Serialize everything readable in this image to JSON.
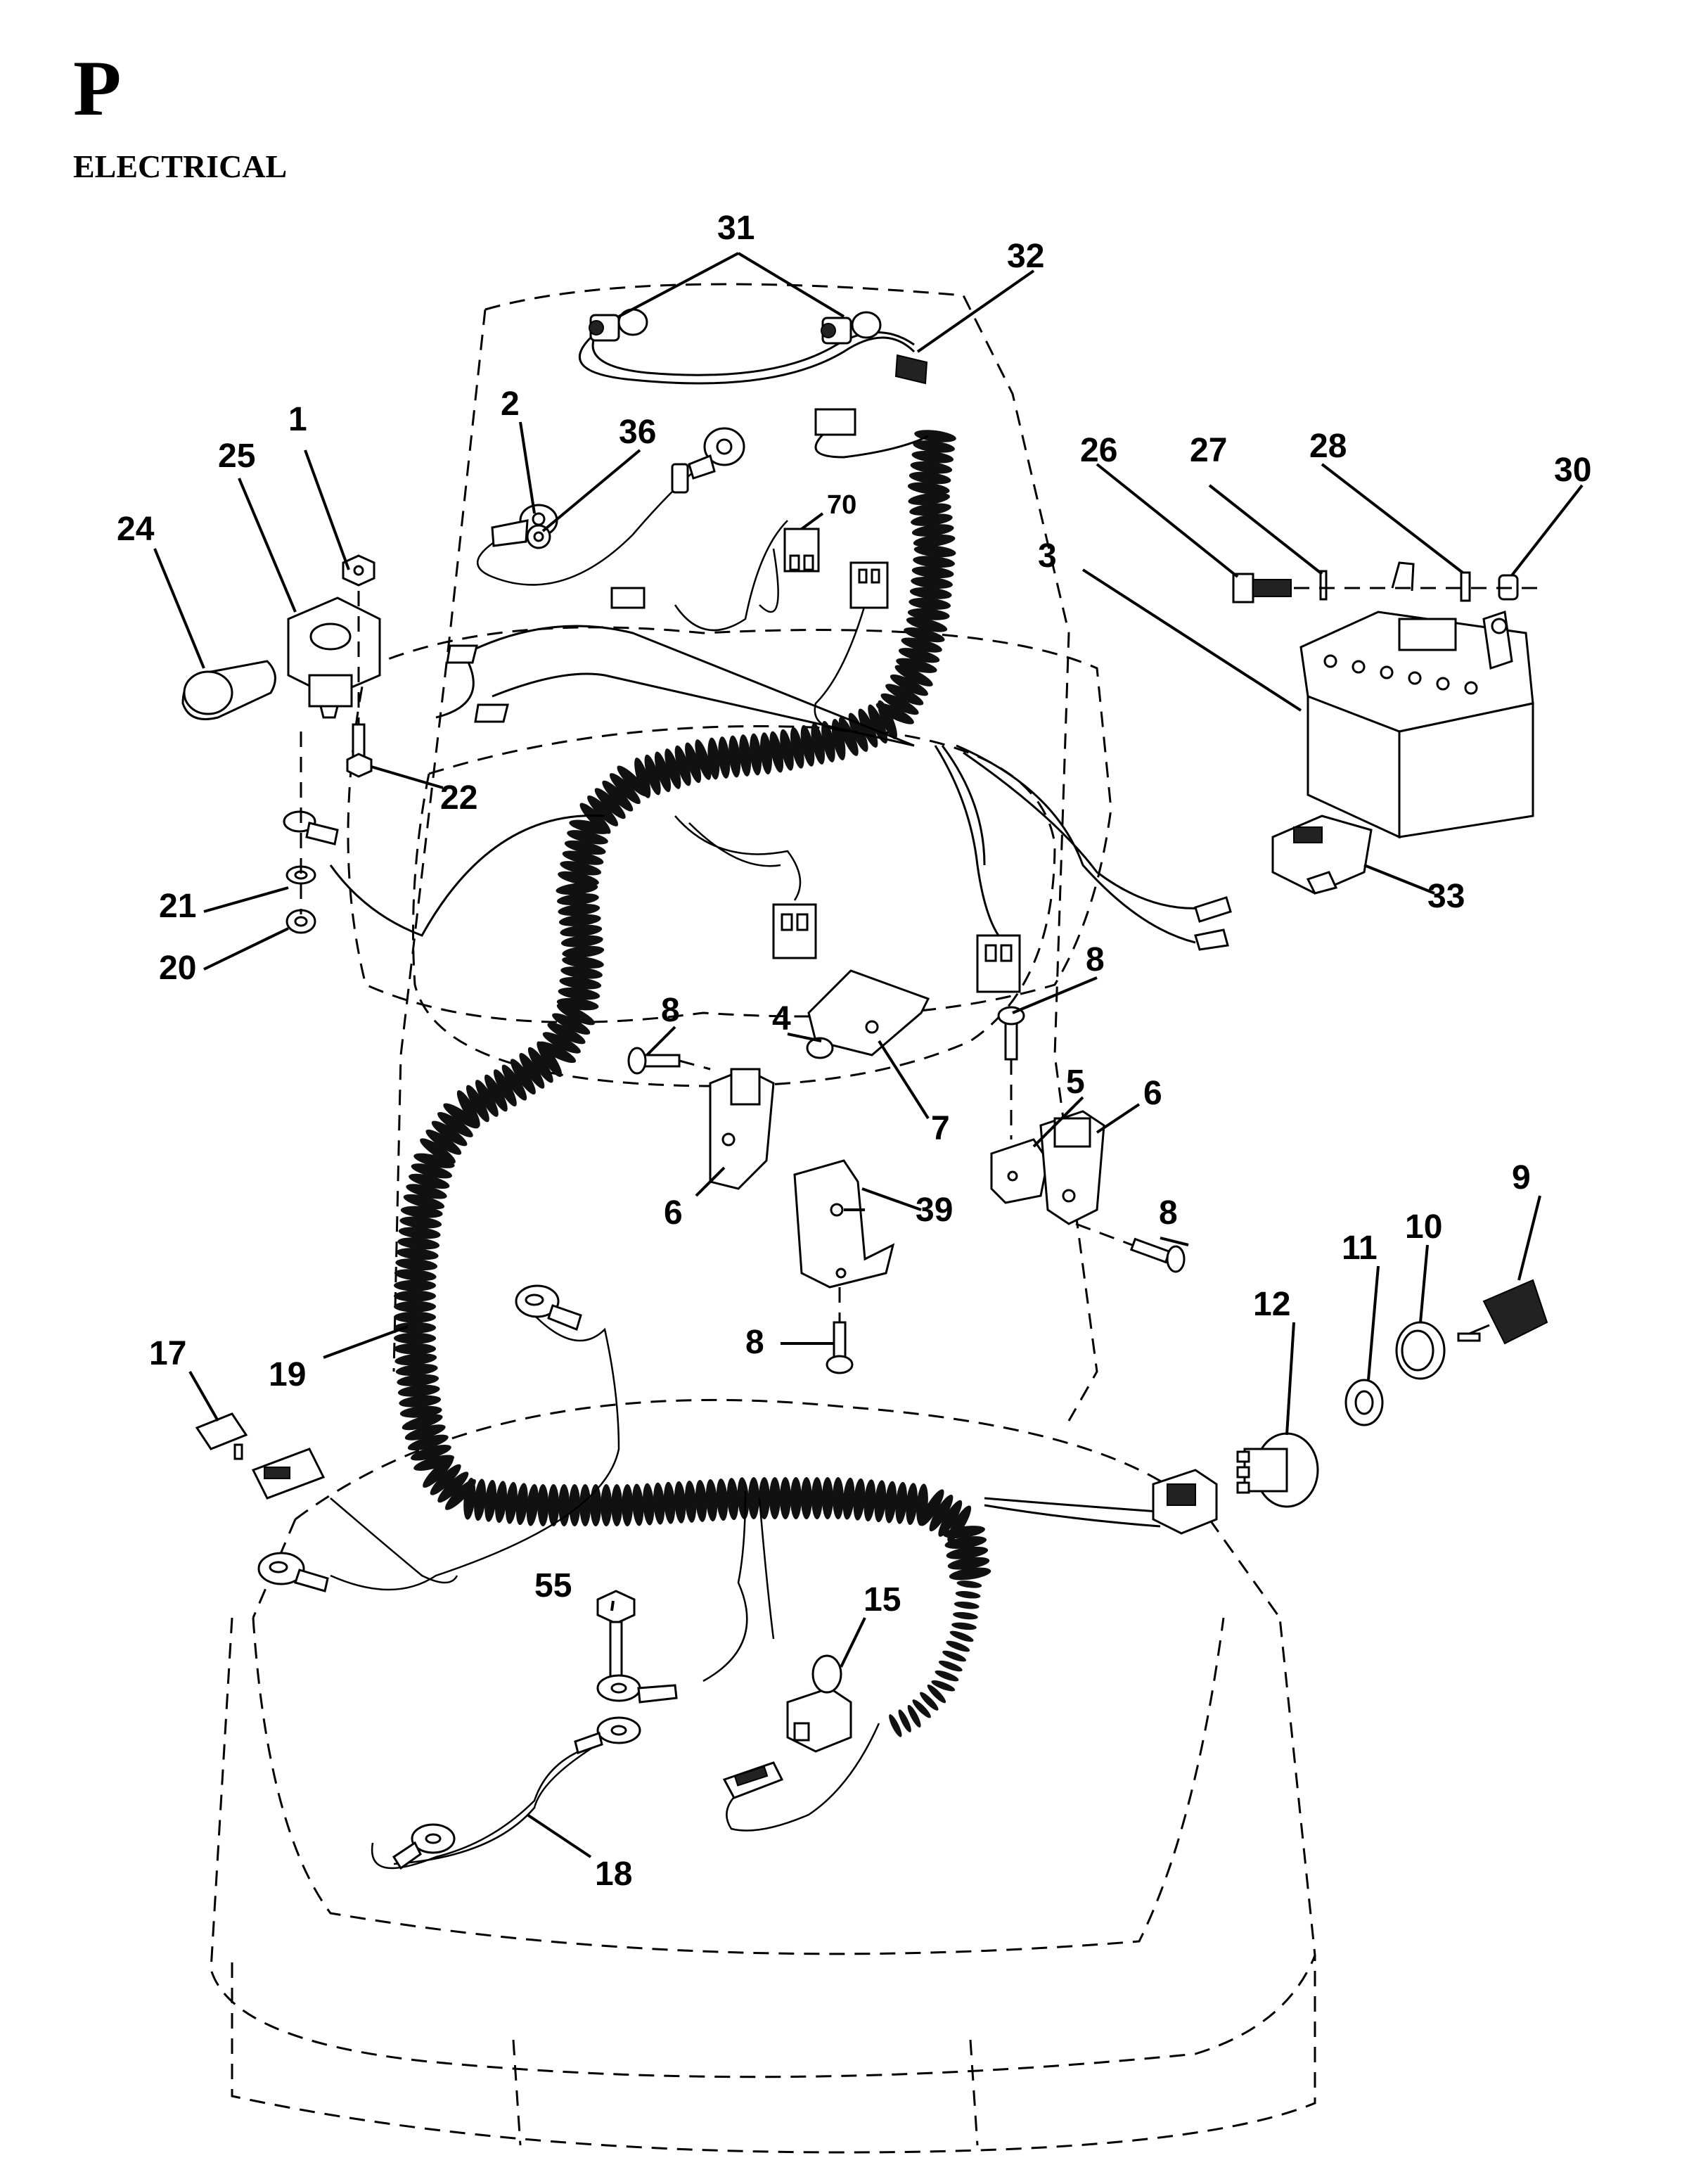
{
  "section": {
    "letter": "P",
    "title": "ELECTRICAL"
  },
  "callouts": {
    "c1": "1",
    "c2": "2",
    "c3": "3",
    "c4": "4",
    "c5": "5",
    "c6a": "6",
    "c6b": "6",
    "c7": "7",
    "c8a": "8",
    "c8b": "8",
    "c8c": "8",
    "c8d": "8",
    "c9": "9",
    "c10": "10",
    "c11": "11",
    "c12": "12",
    "c15": "15",
    "c17": "17",
    "c18": "18",
    "c19": "19",
    "c20": "20",
    "c21": "21",
    "c22": "22",
    "c24": "24",
    "c25": "25",
    "c26": "26",
    "c27": "27",
    "c28": "28",
    "c30": "30",
    "c31": "31",
    "c32": "32",
    "c33": "33",
    "c36": "36",
    "c39": "39",
    "c55": "55",
    "c70": "70"
  }
}
